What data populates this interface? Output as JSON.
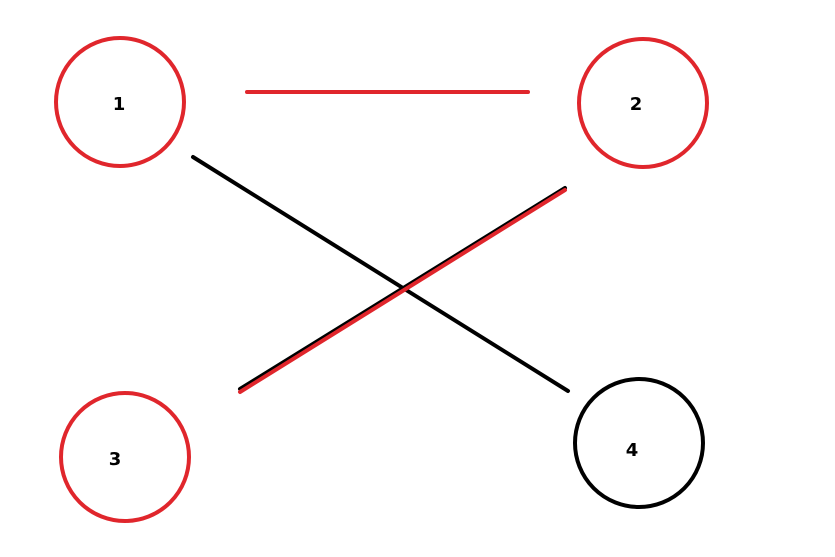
{
  "colors": {
    "red": "#e0262c",
    "black": "#000000",
    "background": "#ffffff"
  },
  "nodes": [
    {
      "id": "1",
      "label": "1",
      "color": "red"
    },
    {
      "id": "2",
      "label": "2",
      "color": "red"
    },
    {
      "id": "3",
      "label": "3",
      "color": "red"
    },
    {
      "id": "4",
      "label": "4",
      "color": "black"
    }
  ],
  "edges": [
    {
      "from": "1",
      "to": "2",
      "color": "red"
    },
    {
      "from": "1",
      "to": "4",
      "color": "black"
    },
    {
      "from": "3",
      "to": "2",
      "color": "red"
    }
  ]
}
